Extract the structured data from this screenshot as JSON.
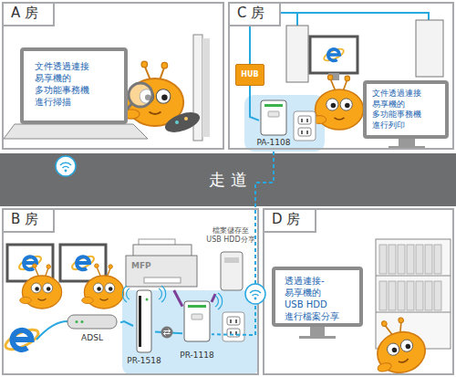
{
  "diagram": {
    "nodes": [
      {
        "text": [
          "A 房"
        ]
      },
      {
        "text": [
          "文件透過連接 易享機的 多功能事務機 進行掃描"
        ],
        "in": 0
      },
      {
        "text": [
          "C 房"
        ]
      },
      {
        "text": [
          "HUB"
        ],
        "in": 2
      },
      {
        "text": [
          "文件透過連接 易享機的 多功能事務機 進行列印"
        ],
        "in": 2
      },
      {
        "text": [
          "PA-1108"
        ],
        "in": 2
      },
      {
        "text": [
          "走 道"
        ]
      },
      {
        "text": [
          "B 房"
        ]
      },
      {
        "text": [
          "ADSL"
        ],
        "in": 7
      },
      {
        "text": [
          "PR-1518"
        ],
        "in": 7
      },
      {
        "text": [
          "PR-1118"
        ],
        "in": 7
      },
      {
        "text": [
          "MFP"
        ],
        "in": 7
      },
      {
        "text": [
          "檔案儲存至 USB HDD分享"
        ],
        "in": 7
      },
      {
        "text": [
          "D 房"
        ]
      },
      {
        "text": [
          "透過連接- 易享機的 USB HDD 進行檔案分享"
        ],
        "in": 13
      }
    ],
    "edges": [
      {
        "from": 3,
        "to": 5,
        "arrow": "none"
      },
      {
        "from": 8,
        "to": 9,
        "arrow": "none"
      },
      {
        "from": 9,
        "to": 10,
        "arrow": "none"
      },
      {
        "from": 10,
        "to": 11,
        "arrow": "none"
      },
      {
        "from": 10,
        "to": 12,
        "arrow": "none"
      },
      {
        "from": 5,
        "to": 10,
        "arrow": "none"
      }
    ]
  }
}
